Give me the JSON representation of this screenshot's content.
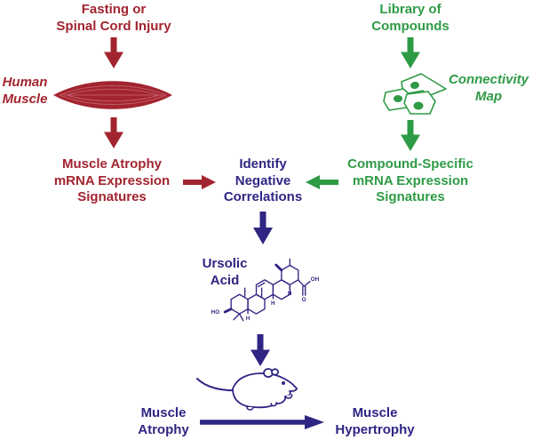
{
  "colors": {
    "dark_red": "#A2242F",
    "green": "#2E9B45",
    "navy": "#2F2583"
  },
  "top_left": {
    "cause_line1": "Fasting or",
    "cause_line2": "Spinal Cord Injury",
    "muscle_caption_line1": "Human",
    "muscle_caption_line2": "Muscle"
  },
  "top_right": {
    "library_line1": "Library of",
    "library_line2": "Compounds",
    "map_caption_line1": "Connectivity",
    "map_caption_line2": "Map"
  },
  "middle": {
    "left_line1": "Muscle Atrophy",
    "left_line2": "mRNA Expression",
    "left_line3": "Signatures",
    "center_line1": "Identify",
    "center_line2": "Negative",
    "center_line3": "Correlations",
    "right_line1": "Compound-Specific",
    "right_line2": "mRNA Expression",
    "right_line3": "Signatures"
  },
  "compound": {
    "name_line1": "Ursolic",
    "name_line2": "Acid",
    "atom_ho": "HO",
    "atom_oh": "OH",
    "atom_o": "O",
    "atom_h": "H"
  },
  "bottom": {
    "start_line1": "Muscle",
    "start_line2": "Atrophy",
    "end_line1": "Muscle",
    "end_line2": "Hypertrophy"
  }
}
